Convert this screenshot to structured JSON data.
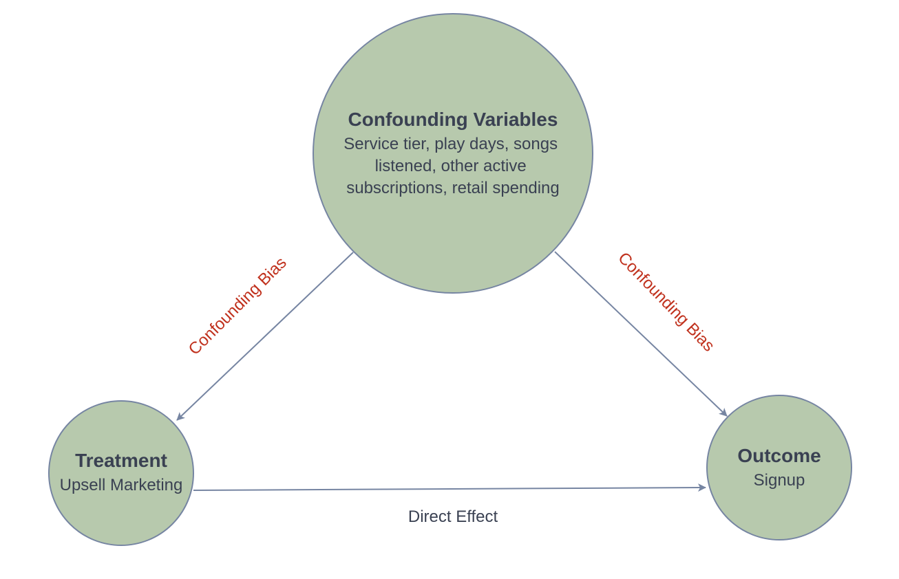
{
  "colors": {
    "node_fill": "#b7c9ad",
    "node_stroke": "#7685a2",
    "edge": "#7685a2",
    "text": "#3a4152",
    "bias_text": "#c0311d"
  },
  "nodes": {
    "confounders": {
      "title": "Confounding Variables",
      "lines": [
        "Service tier, play days, songs",
        "listened, other active",
        "subscriptions, retail spending"
      ]
    },
    "treatment": {
      "title": "Treatment",
      "description": "Upsell Marketing"
    },
    "outcome": {
      "title": "Outcome",
      "description": "Signup"
    }
  },
  "edges": {
    "confounders_to_treatment": {
      "label": "Confounding Bias"
    },
    "confounders_to_outcome": {
      "label": "Confounding Bias"
    },
    "treatment_to_outcome": {
      "label": "Direct Effect"
    }
  }
}
